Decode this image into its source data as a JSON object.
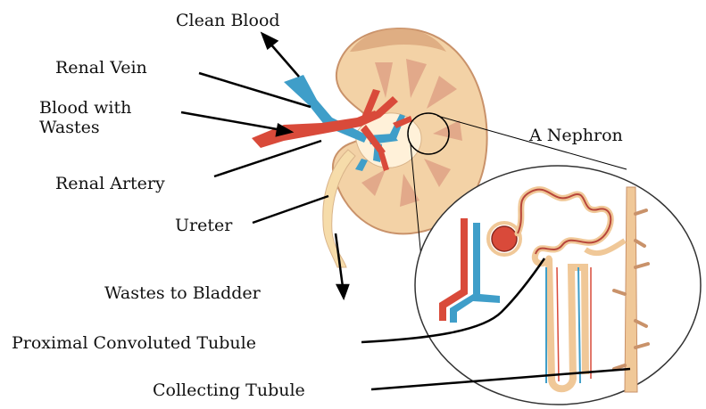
{
  "labels": {
    "clean_blood": "Clean Blood",
    "renal_vein": "Renal Vein",
    "blood_with_wastes": "Blood with Wastes",
    "a_nephron": "A Nephron",
    "renal_artery": "Renal Artery",
    "ureter": "Ureter",
    "wastes_to_bladder": "Wastes to Bladder",
    "proximal_convoluted_tubule": "Proximal Convoluted Tubule",
    "collecting_tubule": "Collecting Tubule"
  },
  "colors": {
    "kidney_cortex": "#f3d2a6",
    "kidney_outline": "#c9926a",
    "medulla": "#e2a98a",
    "pelvis": "#fff1d9",
    "artery": "#d94a3a",
    "vein": "#3f9ec9",
    "ureter": "#f6dcaa",
    "tubule": "#f0c898",
    "capillary": "#c8412f",
    "pointer_line": "#000000"
  }
}
